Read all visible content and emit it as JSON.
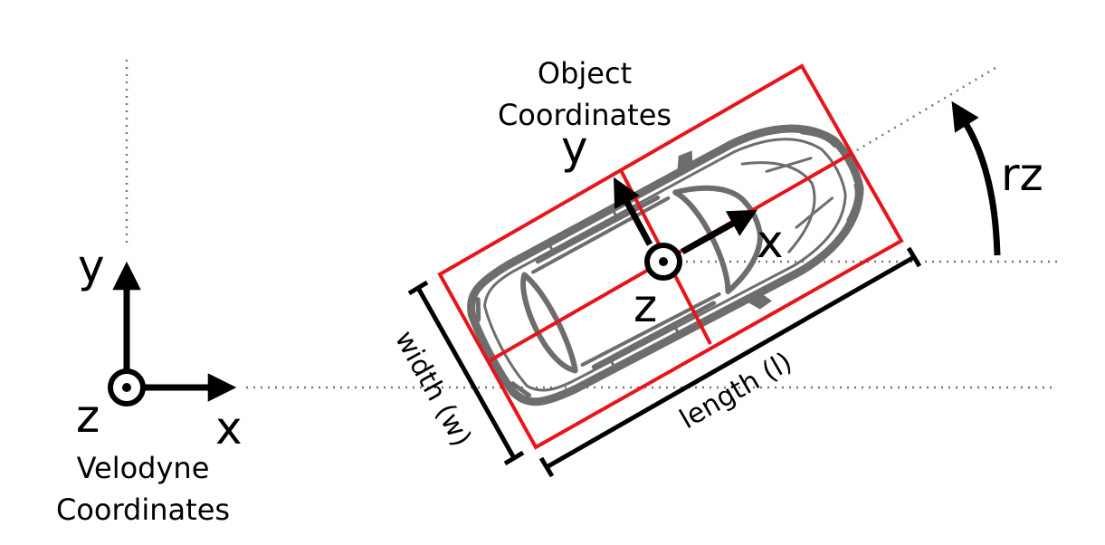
{
  "velodyne": {
    "axis_x": "x",
    "axis_y": "y",
    "axis_z": "z",
    "caption_line1": "Velodyne",
    "caption_line2": "Coordinates"
  },
  "object": {
    "axis_x": "x",
    "axis_y": "y",
    "axis_z": "z",
    "caption_line1": "Object",
    "caption_line2": "Coordinates"
  },
  "dimensions": {
    "width": "width (w)",
    "length": "length (l)"
  },
  "rotation": {
    "label": "rz"
  },
  "colors": {
    "axes": "#000000",
    "bounding_box": "#e8141b",
    "car": "#6d6d6d",
    "guide_lines": "#777777"
  },
  "icons": {
    "car": "car-top-view-icon",
    "z_axis": "axis-out-of-page-icon"
  }
}
